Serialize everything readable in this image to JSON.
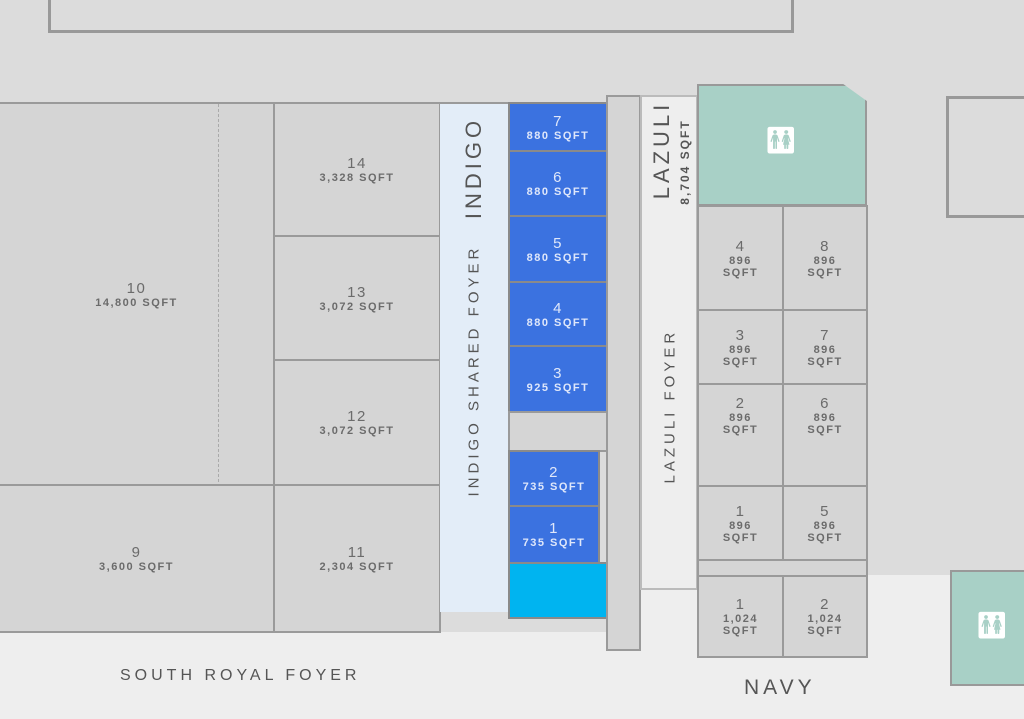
{
  "venue_labels": {
    "south_royal_foyer": "SOUTH ROYAL FOYER",
    "navy": "NAVY",
    "indigo": "INDIGO",
    "indigo_foyer": "INDIGO SHARED FOYER",
    "lazuli": "LAZULI",
    "lazuli_sqft": "8,704 SQFT",
    "lazuli_foyer": "LAZULI FOYER"
  },
  "royal_rooms": [
    {
      "num": "10",
      "sqft": "14,800 SQFT"
    },
    {
      "num": "14",
      "sqft": "3,328 SQFT"
    },
    {
      "num": "13",
      "sqft": "3,072 SQFT"
    },
    {
      "num": "12",
      "sqft": "3,072 SQFT"
    },
    {
      "num": "9",
      "sqft": "3,600 SQFT"
    },
    {
      "num": "11",
      "sqft": "2,304 SQFT"
    }
  ],
  "indigo_rooms": [
    {
      "num": "7",
      "sqft": "880 SQFT"
    },
    {
      "num": "6",
      "sqft": "880 SQFT"
    },
    {
      "num": "5",
      "sqft": "880 SQFT"
    },
    {
      "num": "4",
      "sqft": "880 SQFT"
    },
    {
      "num": "3",
      "sqft": "925 SQFT"
    },
    {
      "num": "2",
      "sqft": "735 SQFT"
    },
    {
      "num": "1",
      "sqft": "735 SQFT"
    }
  ],
  "lazuli_rooms": [
    {
      "num": "4",
      "sqft": "896",
      "unit": "SQFT"
    },
    {
      "num": "8",
      "sqft": "896",
      "unit": "SQFT"
    },
    {
      "num": "3",
      "sqft": "896",
      "unit": "SQFT"
    },
    {
      "num": "7",
      "sqft": "896",
      "unit": "SQFT"
    },
    {
      "num": "2",
      "sqft": "896",
      "unit": "SQFT"
    },
    {
      "num": "6",
      "sqft": "896",
      "unit": "SQFT"
    },
    {
      "num": "1",
      "sqft": "896",
      "unit": "SQFT"
    },
    {
      "num": "5",
      "sqft": "896",
      "unit": "SQFT"
    }
  ],
  "navy_rooms": [
    {
      "num": "1",
      "sqft": "1,024",
      "unit": "SQFT"
    },
    {
      "num": "2",
      "sqft": "1,024",
      "unit": "SQFT"
    }
  ],
  "colors": {
    "indigo_room": "#3b72e0",
    "selected": "#00b4f0",
    "restroom": "#a8d0c6",
    "foyer": "#e3edf8"
  },
  "icons": {
    "restroom": "restroom-icon"
  }
}
